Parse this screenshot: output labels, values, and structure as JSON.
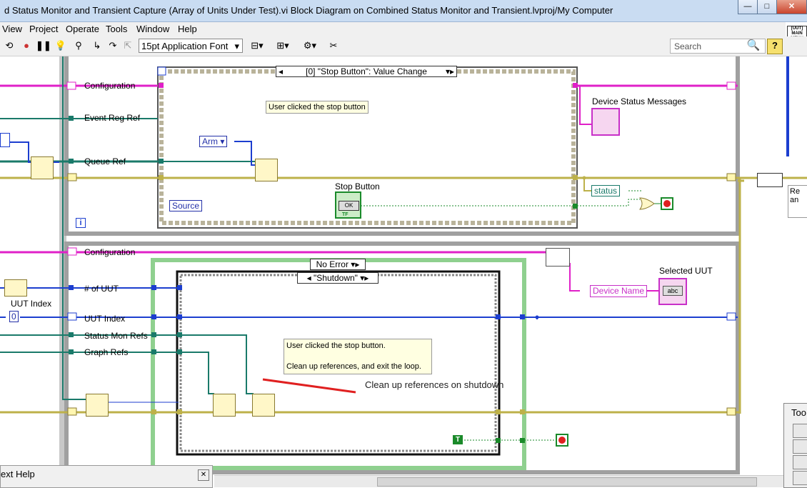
{
  "window": {
    "title": "d Status Monitor and Transient Capture (Array of Units Under Test).vi Block Diagram on Combined Status Monitor and Transient.lvproj/My Computer",
    "minimize": "—",
    "maximize": "□",
    "close": "✕"
  },
  "menu": [
    "View",
    "Project",
    "Operate",
    "Tools",
    "Window",
    "Help"
  ],
  "toolbar": {
    "font": "15pt Application Font",
    "search_placeholder": "Search",
    "help": "?"
  },
  "uut_menu": "[UUT] MAIN MENU",
  "top_loop": {
    "event_selector": "[0] \"Stop Button\": Value Change",
    "configuration": "Configuration",
    "event_reg_ref": "Event Reg Ref",
    "queue_ref": "Queue Ref",
    "note": "User clicked the stop button",
    "arm_enum": "Arm",
    "source": "Source",
    "stop_button_label": "Stop Button",
    "stop_button_ok": "OK",
    "stop_button_tf": "TF",
    "device_status_messages": "Device Status Messages",
    "status": "status",
    "info": "i",
    "right_note": "Re an"
  },
  "bottom_loop": {
    "configuration": "Configuration",
    "error_selector": "No Error",
    "case_selector": "\"Shutdown\"",
    "num_uut": "# of UUT",
    "uut_index": "UUT Index",
    "uut_index_ctrl_label": "UUT Index",
    "uut_index_value": "0",
    "status_mon_refs": "Status Mon Refs",
    "graph_refs": "Graph Refs",
    "note_line1": "User clicked the stop button.",
    "note_line2": "Clean up references, and exit the loop.",
    "annotation": "Clean up references on shutdown",
    "device_name": "Device Name",
    "selected_uut": "Selected UUT",
    "true_const": "T",
    "abc": "abc"
  },
  "context_help": "ext Help",
  "tools_palette": "Too",
  "colors": {
    "error_wire": "#bdb14a",
    "cluster_wire": "#e020c8",
    "ref_wire": "#1a7a6a",
    "int_wire": "#1c3ecf",
    "bool_wire": "#1a8a2a",
    "annotation_stroke": "#e02020"
  }
}
